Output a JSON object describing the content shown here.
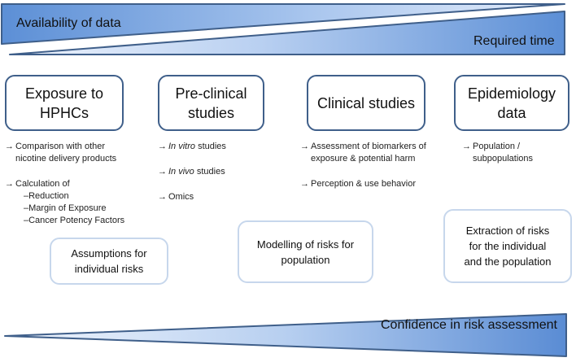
{
  "header": {
    "availability_label": "Availability of data",
    "time_label": "Required time"
  },
  "stages": [
    {
      "line1": "Exposure to",
      "line2": "HPHCs"
    },
    {
      "line1": "Pre-clinical",
      "line2": "studies"
    },
    {
      "line1": "Clinical studies",
      "line2": ""
    },
    {
      "line1": "Epidemiology",
      "line2": "data"
    }
  ],
  "exposure_list": {
    "item1_line1": "Comparison with other",
    "item1_line2": "nicotine delivery products",
    "item2_line1": "Calculation of",
    "sub1": "–Reduction",
    "sub2": "–Margin of Exposure",
    "sub3": "–Cancer Potency Factors"
  },
  "preclinical_list": {
    "item1_em": "In vitro",
    "item1_rest": " studies",
    "item2_em": "In vivo",
    "item2_rest": " studies",
    "item3": "Omics"
  },
  "clinical_list": {
    "item1_line1": "Assessment of biomarkers of",
    "item1_line2": "exposure & potential harm",
    "item2": "Perception & use behavior"
  },
  "epi_list": {
    "item1_line1": "Population /",
    "item1_line2": "subpopulations"
  },
  "results": [
    {
      "line1": "Assumptions for",
      "line2": "individual risks",
      "line3": ""
    },
    {
      "line1": "Modelling of risks for",
      "line2": "population",
      "line3": ""
    },
    {
      "line1": "Extraction of risks",
      "line2": "for the individual",
      "line3": "and the population"
    }
  ],
  "footer": {
    "confidence_label": "Confidence  in risk assessment"
  },
  "arrow_glyph": "→",
  "colors": {
    "band_light": "#dce8f8",
    "band_dark": "#5c8fd6",
    "stage_border": "#3f5f8a",
    "result_border": "#c7d7ec"
  }
}
